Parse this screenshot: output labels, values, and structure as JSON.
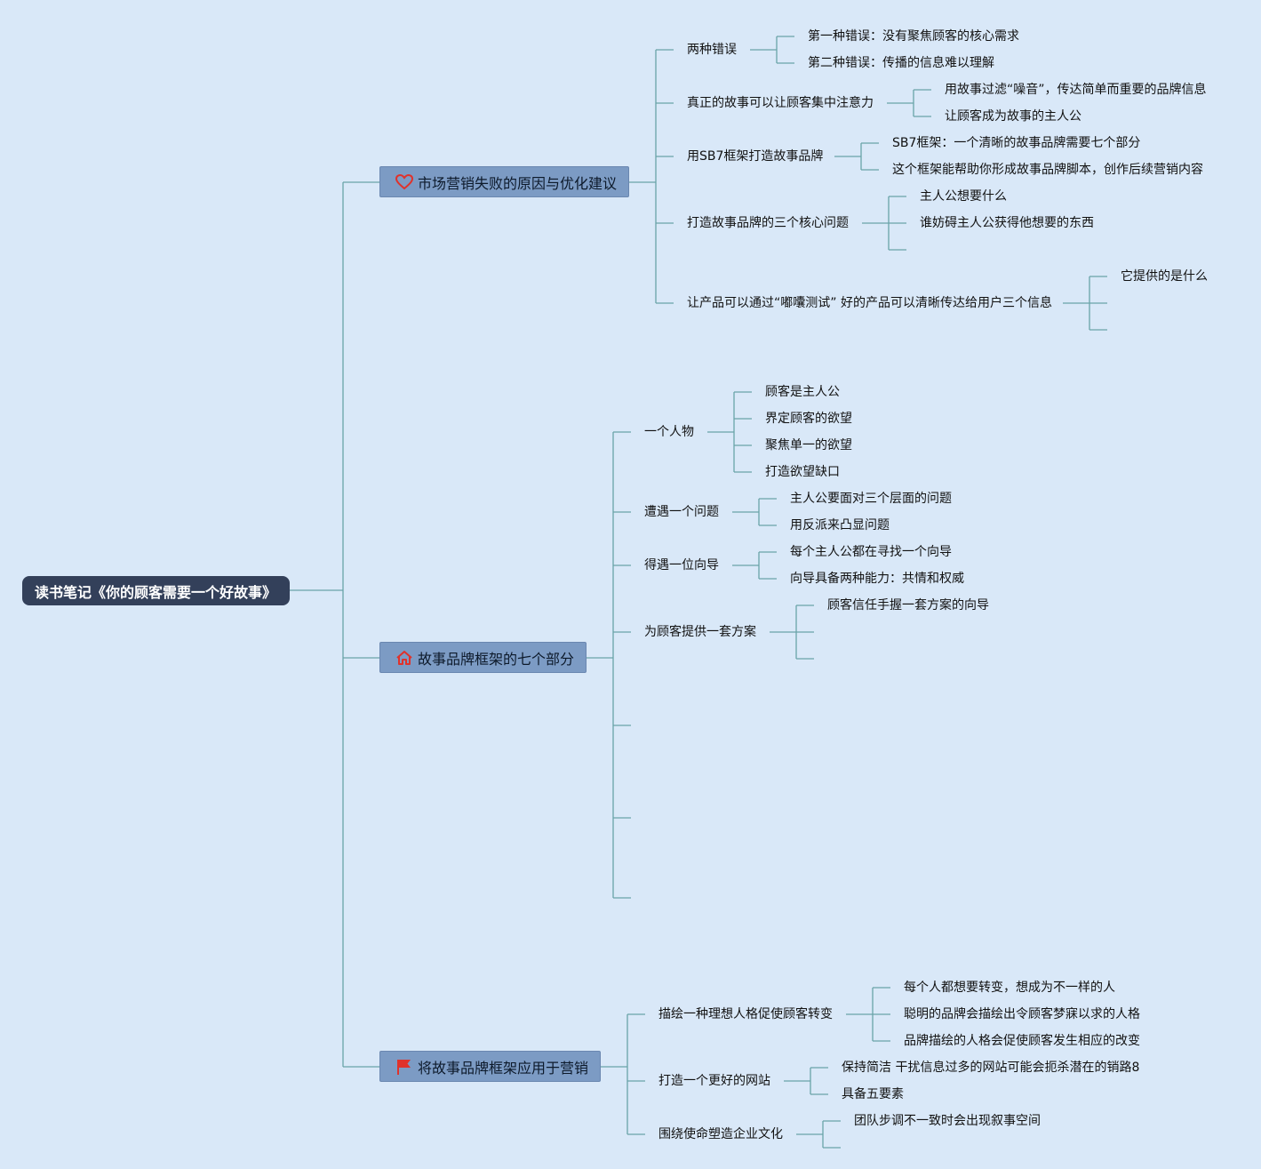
{
  "root": {
    "label": "读书笔记《你的顾客需要一个好故事》"
  },
  "colors": {
    "background": "#d9e8f8",
    "root_fill": "#33405a",
    "main_fill": "#7c9bc4",
    "line": "#6aa3a8",
    "icon_red": "#e0322b"
  },
  "branches": [
    {
      "label": "市场营销失败的原因与优化建议",
      "icon": "heart-icon",
      "children": [
        {
          "label": "两种错误",
          "children": [
            "第一种错误：没有聚焦顾客的核心需求",
            "第二种错误：传播的信息难以理解"
          ]
        },
        {
          "label": "真正的故事可以让顾客集中注意力",
          "children": [
            "用故事过滤“噪音”，传达简单而重要的品牌信息",
            "让顾客成为故事的主人公"
          ]
        },
        {
          "label": "用SB7框架打造故事品牌",
          "children": [
            "SB7框架：一个清晰的故事品牌需要七个部分",
            "这个框架能帮助你形成故事品牌脚本，创作后续营销内容"
          ]
        },
        {
          "label": "打造故事品牌的三个核心问题",
          "children": [
            "主人公想要什么",
            "谁妨碍主人公获得他想要的东西",
            ""
          ]
        },
        {
          "label": "让产品可以通过“嘟囔测试” 好的产品可以清晰传达给用户三个信息",
          "children": [
            "它提供的是什么",
            "",
            ""
          ]
        }
      ]
    },
    {
      "label": "故事品牌框架的七个部分",
      "icon": "home-icon",
      "children": [
        {
          "label": "一个人物",
          "children": [
            "顾客是主人公",
            "界定顾客的欲望",
            "聚焦单一的欲望",
            "打造欲望缺口"
          ]
        },
        {
          "label": "遭遇一个问题",
          "children": [
            "主人公要面对三个层面的问题",
            "用反派来凸显问题"
          ]
        },
        {
          "label": "得遇一位向导",
          "children": [
            "每个主人公都在寻找一个向导",
            "向导具备两种能力：共情和权威"
          ]
        },
        {
          "label": "为顾客提供一套方案",
          "children": [
            "顾客信任手握一套方案的向导",
            "",
            ""
          ]
        },
        {
          "label": "",
          "children": []
        },
        {
          "label": "",
          "children": []
        },
        {
          "label": "",
          "children": []
        }
      ]
    },
    {
      "label": "将故事品牌框架应用于营销",
      "icon": "flag-icon",
      "children": [
        {
          "label": "描绘一种理想人格促使顾客转变",
          "children": [
            "每个人都想要转变，想成为不一样的人",
            "聪明的品牌会描绘出令顾客梦寐以求的人格",
            "品牌描绘的人格会促使顾客发生相应的改变"
          ]
        },
        {
          "label": "打造一个更好的网站",
          "children": [
            "保持简洁 干扰信息过多的网站可能会扼杀潜在的销路8",
            "具备五要素"
          ]
        },
        {
          "label": "围绕使命塑造企业文化",
          "children": [
            "团队步调不一致时会出现叙事空间",
            ""
          ]
        }
      ]
    }
  ]
}
